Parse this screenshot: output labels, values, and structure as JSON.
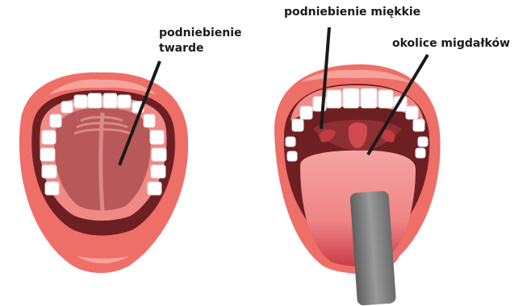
{
  "labels": {
    "hard_palate_line1": "podniebienie",
    "hard_palate_line2": "twarde",
    "soft_palate": "podniebienie miękkie",
    "tonsil_area": "okolice migdałków"
  },
  "colors": {
    "lips": "#ee6f68",
    "lips_highlight": "#f9a29c",
    "gum": "#f08a84",
    "mouth_dark": "#6e1f22",
    "palate": "#b95858",
    "tongue": "#ef8a8a",
    "teeth": "#ffffff",
    "tongue_depressor": "#7a7a7a",
    "pointer_line": "#1a1a1a"
  }
}
